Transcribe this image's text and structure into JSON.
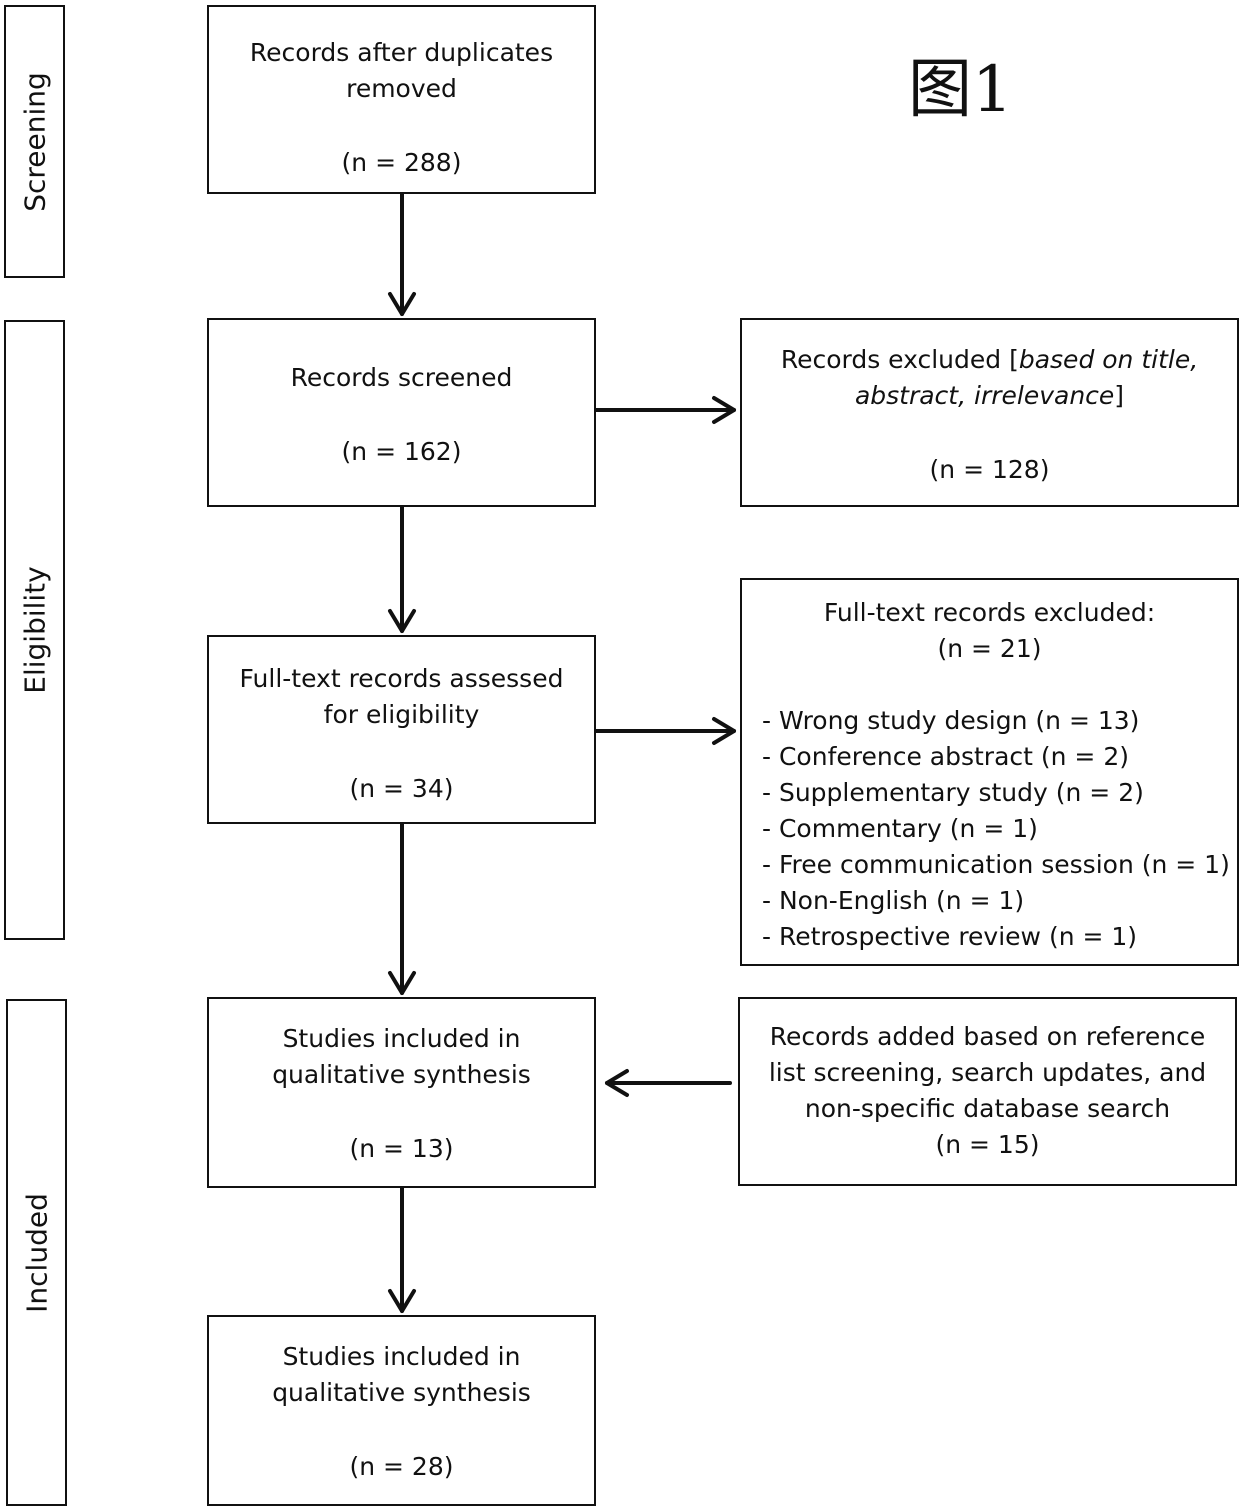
{
  "figure_label": "图1",
  "stages": {
    "screening": "Screening",
    "eligibility": "Eligibility",
    "included": "Included"
  },
  "boxes": {
    "duplicates_removed": {
      "line1": "Records after duplicates",
      "line2": "removed",
      "count": "(n = 288)"
    },
    "screened": {
      "line1": "Records screened",
      "count": "(n = 162)"
    },
    "excluded": {
      "prefix": "Records excluded [",
      "italic1": "based on title,",
      "italic2": "abstract, irrelevance",
      "suffix": "]",
      "count": "(n = 128)"
    },
    "fulltext_assessed": {
      "line1": "Full-text records assessed",
      "line2": "for eligibility",
      "count": "(n = 34)"
    },
    "fulltext_excluded": {
      "title": "Full-text records excluded:",
      "count": "(n = 21)",
      "reasons": [
        "- Wrong study design (n = 13)",
        "- Conference abstract (n = 2)",
        "- Supplementary study (n = 2)",
        "- Commentary (n = 1)",
        "- Free communication session (n = 1)",
        "- Non-English (n = 1)",
        "- Retrospective review (n = 1)"
      ]
    },
    "included_qualitative": {
      "line1": "Studies included in",
      "line2": "qualitative synthesis",
      "count": "(n = 13)"
    },
    "records_added": {
      "line1": "Records added based on reference",
      "line2": "list screening, search updates, and",
      "line3": "non-specific database search",
      "count": "(n = 15)"
    },
    "included_final": {
      "line1": "Studies included in",
      "line2": "qualitative synthesis",
      "count": "(n = 28)"
    }
  }
}
